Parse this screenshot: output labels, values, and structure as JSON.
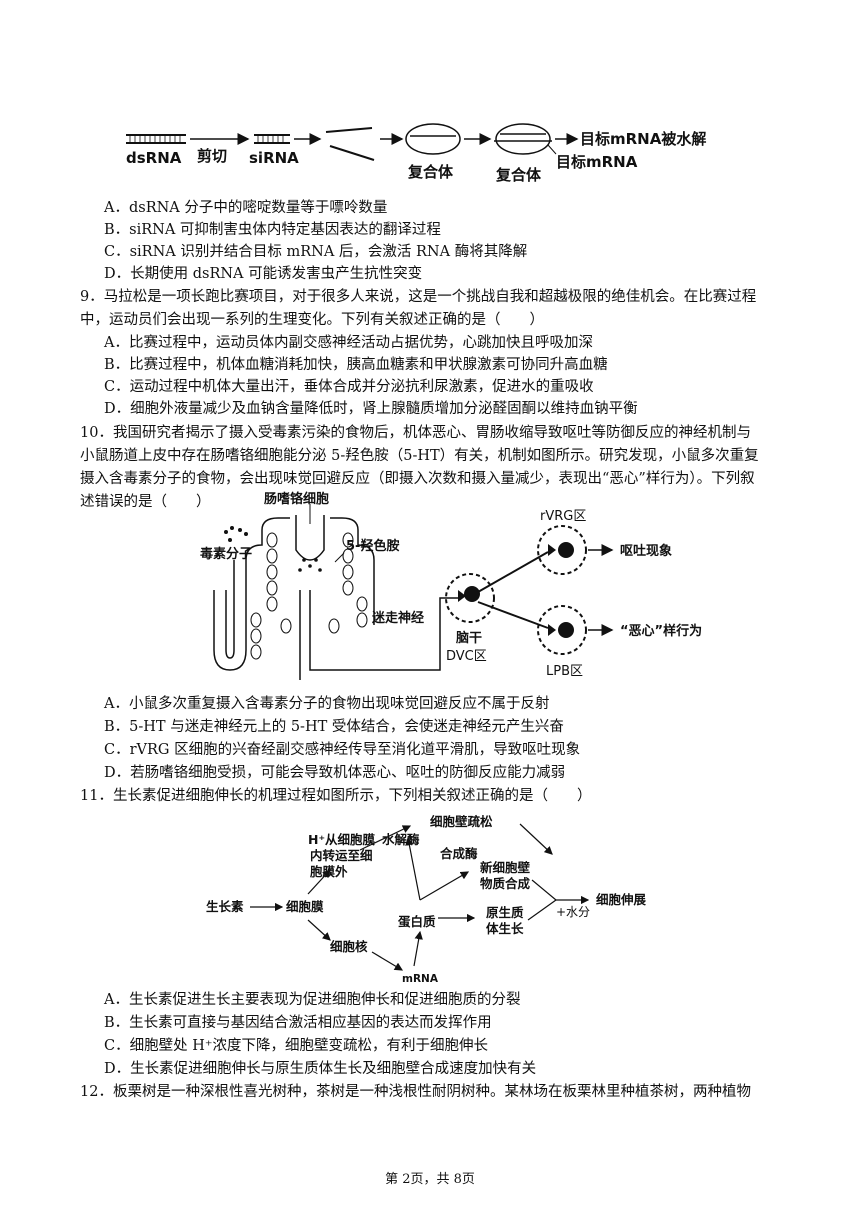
{
  "diagram1": {
    "dsrna": "dsRNA",
    "cut": "剪切",
    "sirna": "siRNA",
    "complex1": "复合体",
    "complex2": "复合体",
    "target_mrna": "目标mRNA",
    "hydrolyzed": "目标mRNA被水解"
  },
  "q8": {
    "options": [
      "A．dsRNA 分子中的嘧啶数量等于嘌呤数量",
      "B．siRNA 可抑制害虫体内特定基因表达的翻译过程",
      "C．siRNA 识别并结合目标 mRNA 后，会激活 RNA 酶将其降解",
      "D．长期使用 dsRNA 可能诱发害虫产生抗性突变"
    ]
  },
  "q9": {
    "stem_lines": [
      "9．马拉松是一项长跑比赛项目，对于很多人来说，这是一个挑战自我和超越极限的绝佳机会。在比赛过程",
      "中，运动员们会出现一系列的生理变化。下列有关叙述正确的是（　　）"
    ],
    "options": [
      "A．比赛过程中，运动员体内副交感神经活动占据优势，心跳加快且呼吸加深",
      "B．比赛过程中，机体血糖消耗加快，胰高血糖素和甲状腺激素可协同升高血糖",
      "C．运动过程中机体大量出汗，垂体合成并分泌抗利尿激素，促进水的重吸收",
      "D．细胞外液量减少及血钠含量降低时，肾上腺髓质增加分泌醛固酮以维持血钠平衡"
    ]
  },
  "q10": {
    "stem_lines": [
      "10．我国研究者揭示了摄入受毒素污染的食物后，机体恶心、胃肠收缩导致呕吐等防御反应的神经机制与",
      "小鼠肠道上皮中存在肠嗜铬细胞能分泌 5-羟色胺（5-HT）有关，机制如图所示。研究发现，小鼠多次重复",
      "摄入含毒素分子的食物，会出现味觉回避反应（即摄入次数和摄入量减少，表现出“恶心”样行为）。下列叙",
      "述错误的是（　　）"
    ],
    "diagram": {
      "enterochromaffin": "肠嗜铬细胞",
      "toxin": "毒素分子",
      "serotonin": "5-羟色胺",
      "vagus": "迷走神经",
      "brainstem": "脑干",
      "dvc": "DVC区",
      "rvrg": "rVRG区",
      "vomit": "呕吐现象",
      "lpb": "LPB区",
      "nausea": "“恶心”样行为"
    },
    "options": [
      "A．小鼠多次重复摄入含毒素分子的食物出现味觉回避反应不属于反射",
      "B．5-HT 与迷走神经元上的 5-HT 受体结合，会使迷走神经元产生兴奋",
      "C．rVRG 区细胞的兴奋经副交感神经传导至消化道平滑肌，导致呕吐现象",
      "D．若肠嗜铬细胞受损，可能会导致机体恶心、呕吐的防御反应能力减弱"
    ]
  },
  "q11": {
    "stem": "11．生长素促进细胞伸长的机理过程如图所示，下列相关叙述正确的是（　　）",
    "diagram": {
      "h_transport_1": "H⁺从细胞膜",
      "h_transport_2": "内转运至细",
      "h_transport_3": "胞膜外",
      "hydrolase": "水解酶",
      "wall_loosen": "细胞壁疏松",
      "synthase": "合成酶",
      "new_wall_1": "新细胞壁",
      "new_wall_2": "物质合成",
      "auxin": "生长素",
      "membrane": "细胞膜",
      "protein": "蛋白质",
      "protoplast_1": "原生质",
      "protoplast_2": "体生长",
      "water": "+水分",
      "elongation": "细胞伸展",
      "nucleus": "细胞核",
      "mrna": "mRNA"
    },
    "options": [
      "A．生长素促进生长主要表现为促进细胞伸长和促进细胞质的分裂",
      "B．生长素可直接与基因结合激活相应基因的表达而发挥作用",
      "C．细胞壁处 H⁺浓度下降，细胞壁变疏松，有利于细胞伸长",
      "D．生长素促进细胞伸长与原生质体生长及细胞壁合成速度加快有关"
    ]
  },
  "q12": {
    "stem": "12．板栗树是一种深根性喜光树种，茶树是一种浅根性耐阴树种。某林场在板栗林里种植茶树，两种植物"
  },
  "footer": "第 2页，共 8页"
}
